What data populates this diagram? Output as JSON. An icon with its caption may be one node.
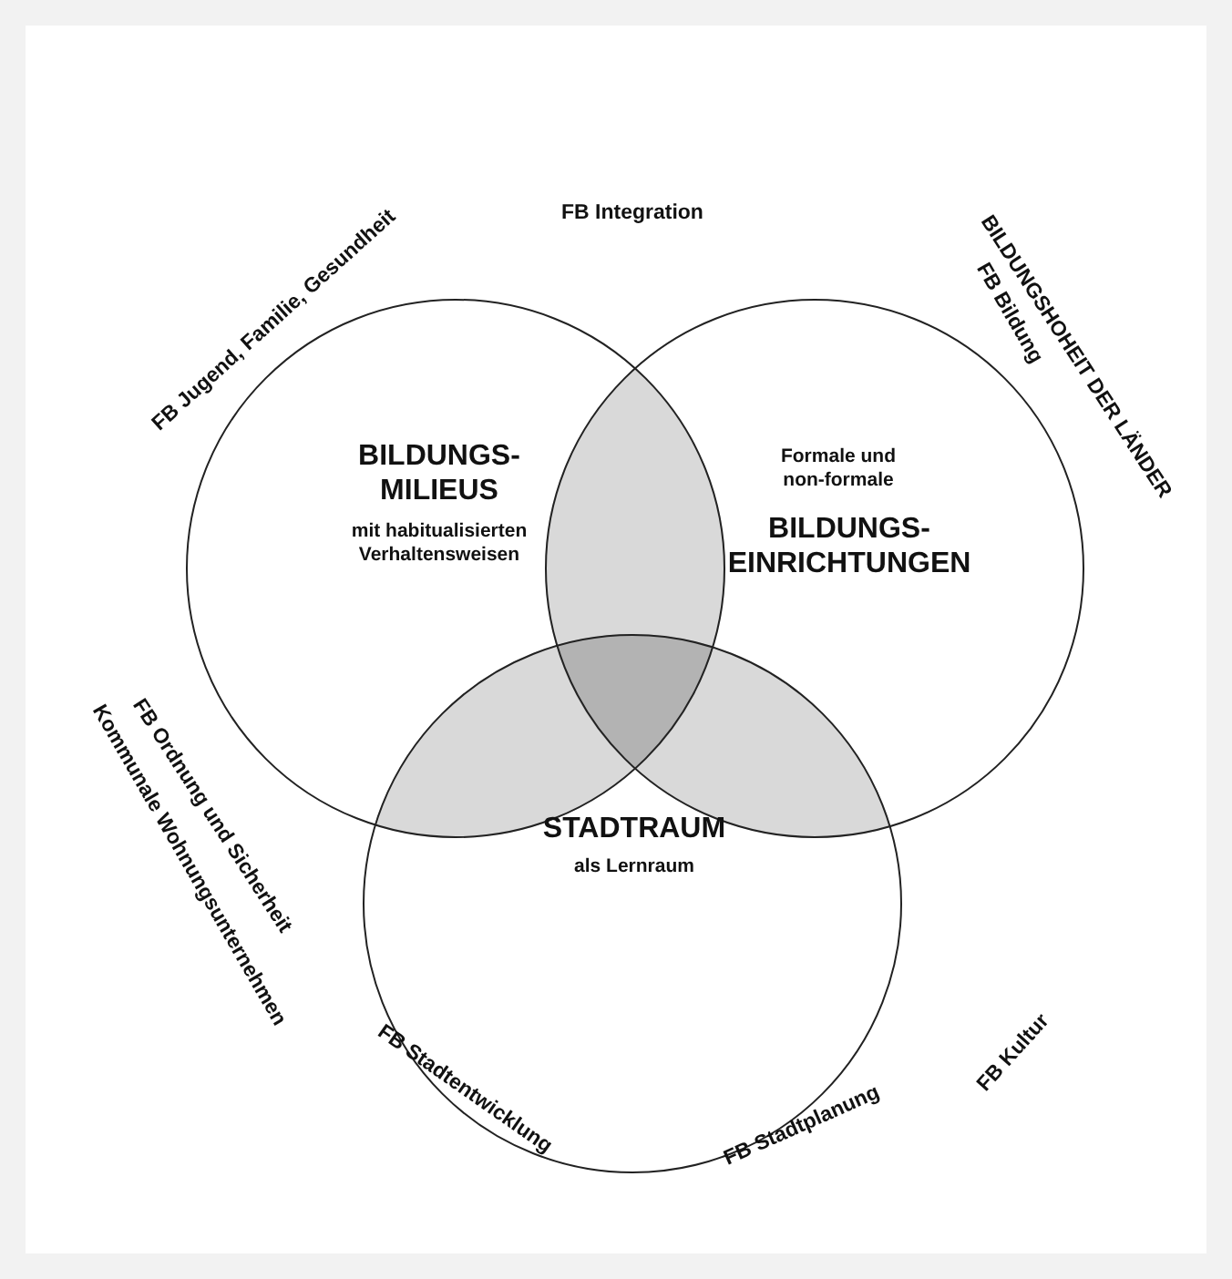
{
  "diagram": {
    "nodes": [
      {
        "text": [
          "BILDUNGS-MILIEUS",
          "mit habitualisierten Verhaltensweisen"
        ]
      },
      {
        "text": [
          "Formale und non-formale",
          "BILDUNGS-EINRICHTUNGEN"
        ]
      },
      {
        "text": [
          "STADTRAUM",
          "als Lernraum"
        ]
      }
    ],
    "edges": [],
    "labels": [
      "FB Integration",
      "FB Jugend, Familie, Gesundheit",
      "BILDUNGSHOHEIT DER LÄNDER",
      "FB Bildung",
      "FB Ordnung und Sicherheit",
      "Kommunale Wohnungsunternehmen",
      "FB Kultur",
      "FB Stadtentwicklung",
      "FB Stadtplanung"
    ]
  }
}
